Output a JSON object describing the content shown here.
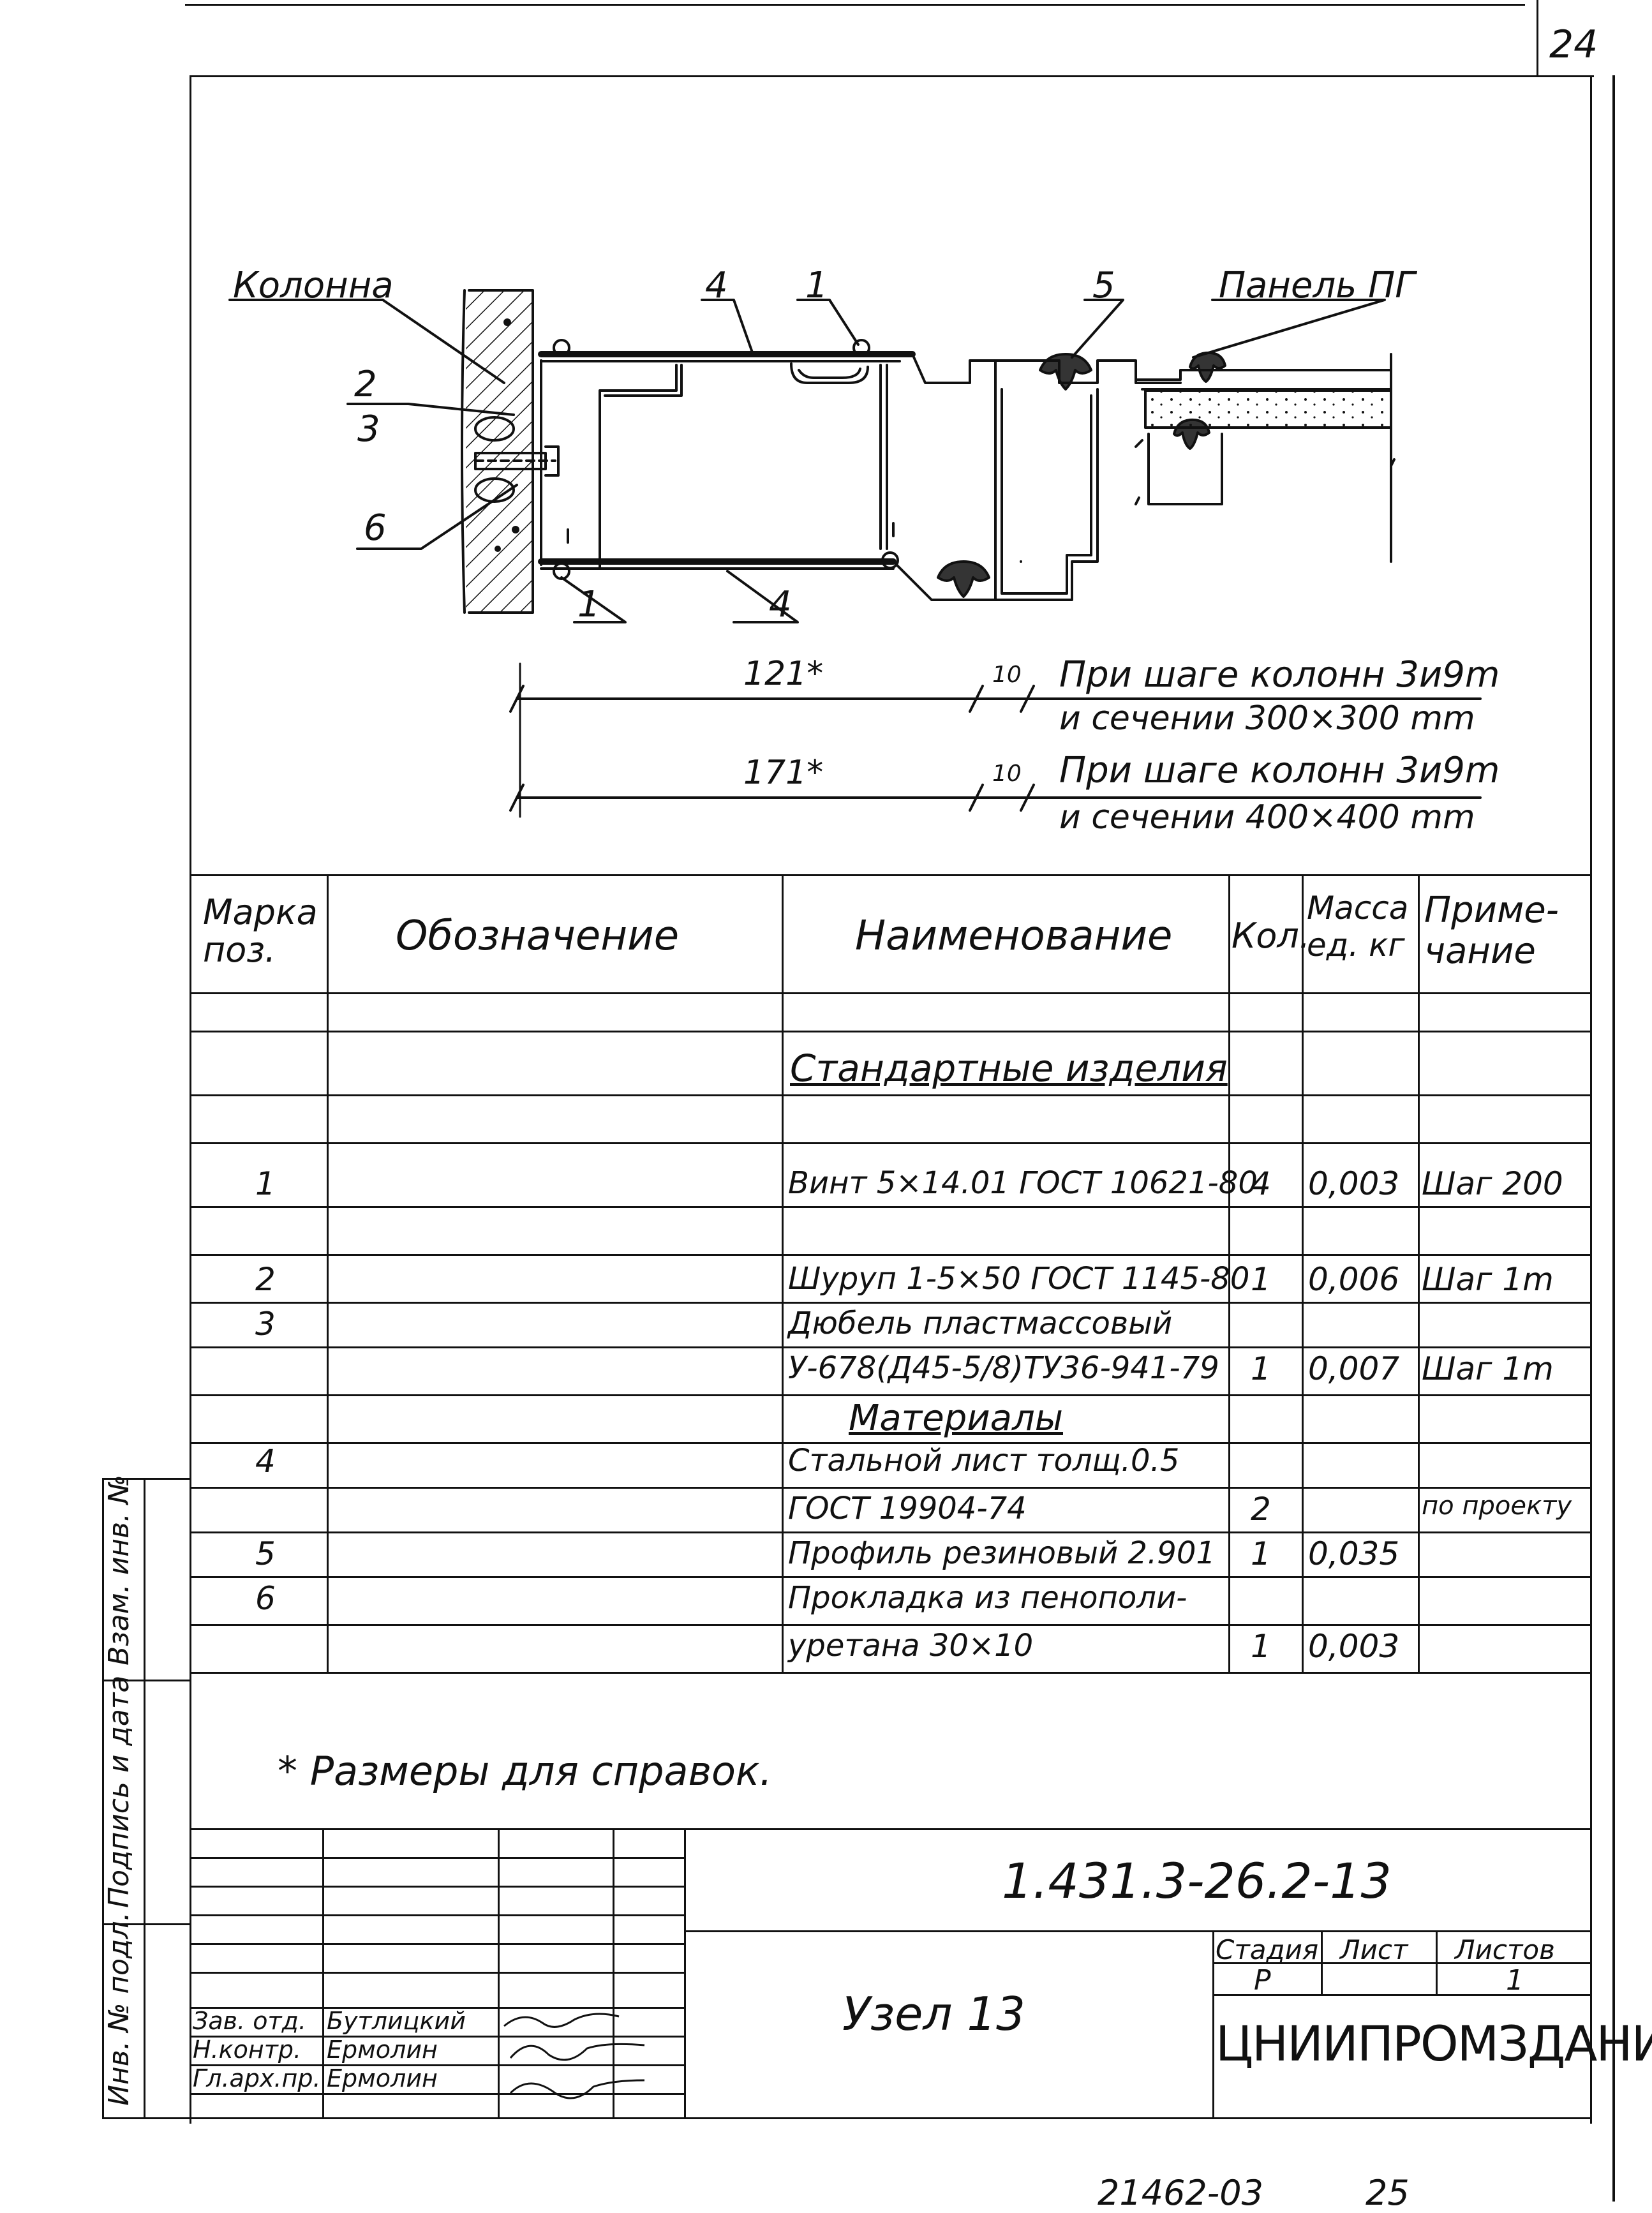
{
  "sheet_number": "24",
  "drawing": {
    "labels": {
      "column": "Колонна",
      "panel": "Панель ПГ",
      "pos_4_top": "4",
      "pos_1_top": "1",
      "pos_5": "5",
      "pos_2": "2",
      "pos_3": "3",
      "pos_6": "6",
      "pos_1_bottom": "1",
      "pos_4_bottom": "4"
    },
    "dims": {
      "dim1": "121*",
      "dim1_gap": "10",
      "dim1_note_1": "При шаге колонн 3и9m",
      "dim1_note_2": "и сечении 300×300 mm",
      "dim2": "171*",
      "dim2_gap": "10",
      "dim2_note_1": "При шаге колонн 3и9m",
      "dim2_note_2": "и сечении 400×400 mm"
    }
  },
  "spec": {
    "headers": {
      "mark": "Марка поз.",
      "designation": "Обозначение",
      "name": "Наименование",
      "qty": "Кол.",
      "mass": "Масса ед. кг",
      "note": "Приме- чание"
    },
    "section_standard": "Стандартные изделия",
    "section_materials": "Материалы",
    "rows": [
      {
        "mark": "1",
        "name": "Винт 5×14.01 ГОСТ 10621-80",
        "qty": "4",
        "mass": "0,003",
        "note": "Шаг 200"
      },
      {
        "mark": "2",
        "name": "Шуруп 1-5×50 ГОСТ 1145-80",
        "qty": "1",
        "mass": "0,006",
        "note": "Шаг 1m"
      },
      {
        "mark": "3",
        "name": "Дюбель пластмассовый",
        "qty": "",
        "mass": "",
        "note": ""
      },
      {
        "mark": "",
        "name": "У-678(Д45-5/8)ТУ36-941-79",
        "qty": "1",
        "mass": "0,007",
        "note": "Шаг 1m"
      },
      {
        "mark": "4",
        "name": "Стальной лист толщ.0.5",
        "qty": "",
        "mass": "",
        "note": ""
      },
      {
        "mark": "",
        "name": "ГОСТ 19904-74",
        "qty": "2",
        "mass": "",
        "note": "по проекту"
      },
      {
        "mark": "5",
        "name": "Профиль резиновый 2.901",
        "qty": "1",
        "mass": "0,035",
        "note": ""
      },
      {
        "mark": "6",
        "name": "Прокладка из пенополи-",
        "qty": "",
        "mass": "",
        "note": ""
      },
      {
        "mark": "",
        "name": "уретана 30×10",
        "qty": "1",
        "mass": "0,003",
        "note": ""
      }
    ],
    "footnote": "* Размеры для справок."
  },
  "side_stamp": {
    "vzam": "Взам. инв. №",
    "podpis": "Подпись и дата",
    "inv": "Инв. № подл."
  },
  "title_block": {
    "code": "1.431.3-26.2-13",
    "title": "Узел 13",
    "stage_label": "Стадия",
    "sheet_label": "Лист",
    "sheets_label": "Листов",
    "stage": "Р",
    "sheet": "",
    "sheets": "1",
    "org": "ЦНИИПРОМЗДАНИЙ",
    "people": [
      {
        "role": "Зав. отд.",
        "name": "Бутлицкий"
      },
      {
        "role": "Н.контр.",
        "name": "Ермолин"
      },
      {
        "role": "Гл.арх.пр.",
        "name": "Ермолин"
      }
    ]
  },
  "archive_number": "21462-03",
  "archive_page": "25"
}
